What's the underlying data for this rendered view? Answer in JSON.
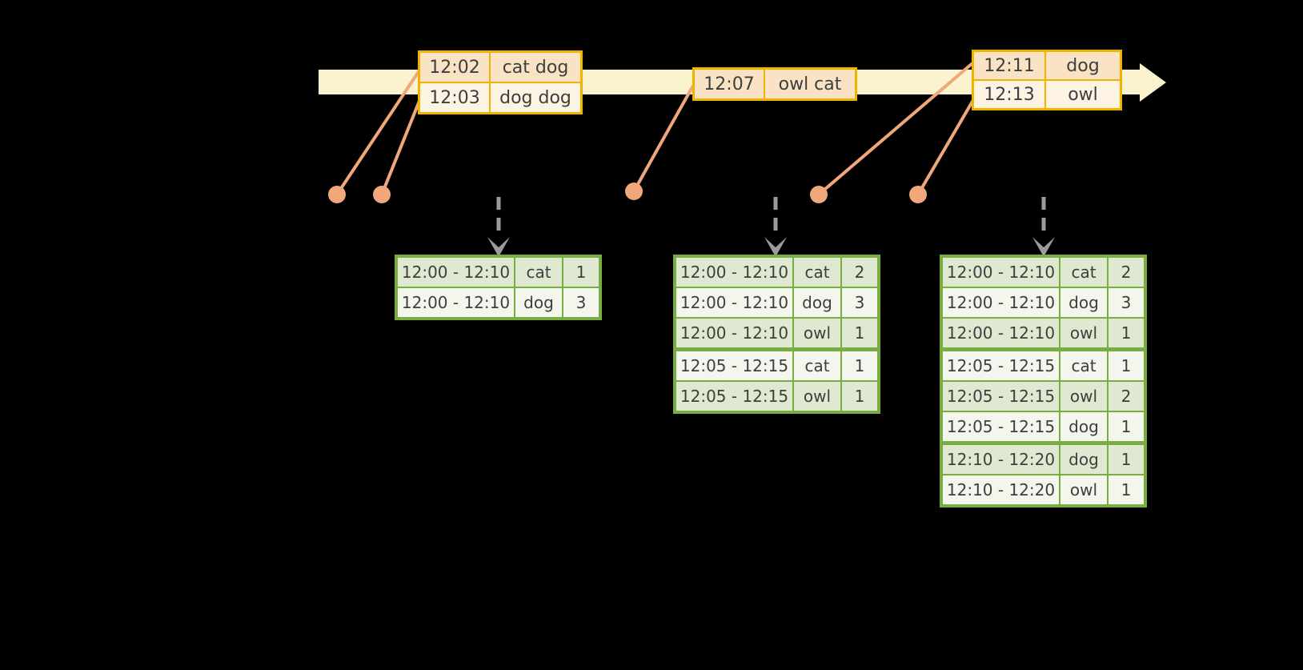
{
  "diagram": {
    "kind": "streaming-windowed-aggregation-timeline",
    "colors": {
      "background": "#000000",
      "timeline_band": "#FBF2CE",
      "event_table_border": "#F0B400",
      "event_row_fill": "#FAE3C5",
      "event_row_alt_fill": "#FCF3E3",
      "connector": "#EFA77B",
      "trigger_arrow": "#9B9B9B",
      "result_table_border": "#79AD41",
      "result_row_fill": "#DFE9D1",
      "result_row_alt_fill": "#F2F6EC",
      "text": "#3E3E3E"
    },
    "icons": {
      "timeline_arrow": "right-arrow",
      "event_dot": "circle",
      "trigger_arrow": "dashed-down-arrow"
    },
    "event_tables": [
      {
        "rows": [
          {
            "time": "12:02",
            "words": "cat dog"
          },
          {
            "time": "12:03",
            "words": "dog dog"
          }
        ]
      },
      {
        "rows": [
          {
            "time": "12:07",
            "words": "owl cat"
          }
        ]
      },
      {
        "rows": [
          {
            "time": "12:11",
            "words": "dog"
          },
          {
            "time": "12:13",
            "words": "owl"
          }
        ]
      }
    ],
    "result_tables": [
      {
        "rows": [
          {
            "window": "12:00 - 12:10",
            "word": "cat",
            "count": "1"
          },
          {
            "window": "12:00 - 12:10",
            "word": "dog",
            "count": "3"
          }
        ]
      },
      {
        "rows": [
          {
            "window": "12:00 - 12:10",
            "word": "cat",
            "count": "2"
          },
          {
            "window": "12:00 - 12:10",
            "word": "dog",
            "count": "3"
          },
          {
            "window": "12:00 - 12:10",
            "word": "owl",
            "count": "1"
          },
          {
            "window": "12:05 - 12:15",
            "word": "cat",
            "count": "1"
          },
          {
            "window": "12:05 - 12:15",
            "word": "owl",
            "count": "1"
          }
        ]
      },
      {
        "rows": [
          {
            "window": "12:00 - 12:10",
            "word": "cat",
            "count": "2"
          },
          {
            "window": "12:00 - 12:10",
            "word": "dog",
            "count": "3"
          },
          {
            "window": "12:00 - 12:10",
            "word": "owl",
            "count": "1"
          },
          {
            "window": "12:05 - 12:15",
            "word": "cat",
            "count": "1"
          },
          {
            "window": "12:05 - 12:15",
            "word": "owl",
            "count": "2"
          },
          {
            "window": "12:05 - 12:15",
            "word": "dog",
            "count": "1"
          },
          {
            "window": "12:10 - 12:20",
            "word": "dog",
            "count": "1"
          },
          {
            "window": "12:10 - 12:20",
            "word": "owl",
            "count": "1"
          }
        ]
      }
    ]
  }
}
